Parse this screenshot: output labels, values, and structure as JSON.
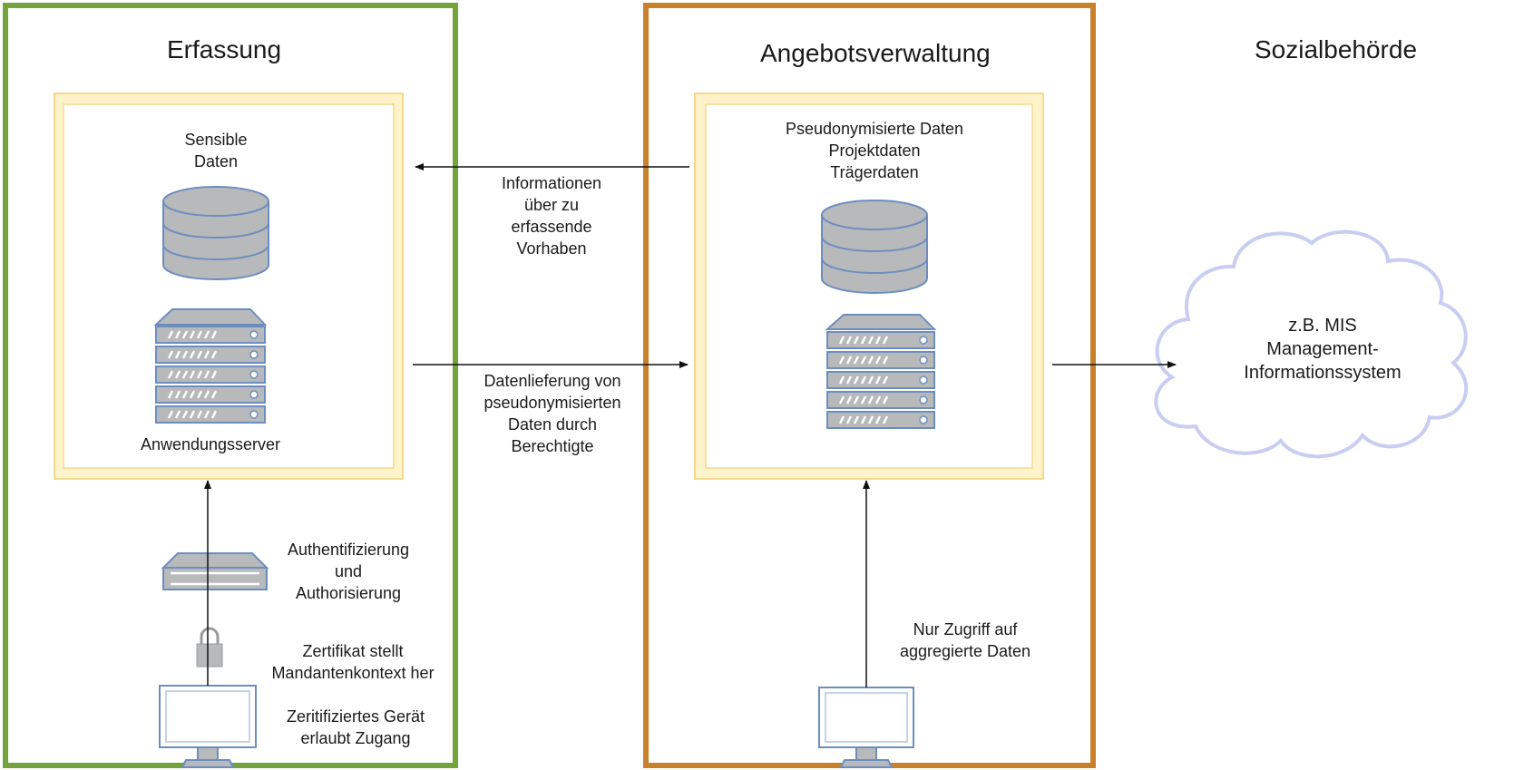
{
  "colors": {
    "erfassung_border": "#73a33a",
    "angebot_border": "#c8812a",
    "inner_frame": "#fde9a8",
    "database_fill": "#b8b9bb",
    "server_stroke": "#6c8ebf",
    "cloud_stroke": "#c9cdf2",
    "arrow": "#111111"
  },
  "erfassung": {
    "title": "Erfassung",
    "data_label": "Sensible\nDaten",
    "server_label": "Anwendungsserver",
    "auth_label": "Authentifizierung\nund\nAuthorisierung",
    "cert_label": "Zertifikat stellt\nMandantenkontext her",
    "device_label": "Zeritifiziertes Gerät\nerlaubt Zugang"
  },
  "angebot": {
    "title": "Angebotsverwaltung",
    "data_label": "Pseudonymisierte Daten\nProjektdaten\nTrägerdaten",
    "access_label": "Nur Zugriff auf\naggregierte Daten"
  },
  "edges": {
    "info_label": "Informationen\nüber zu\nerfassende\nVorhaben",
    "delivery_label": "Datenlieferung von\npseudonymisierten\nDaten durch\nBerechtigte"
  },
  "sozial": {
    "title": "Sozialbehörde",
    "cloud_label": "z.B. MIS\nManagement-\nInformationssystem"
  }
}
